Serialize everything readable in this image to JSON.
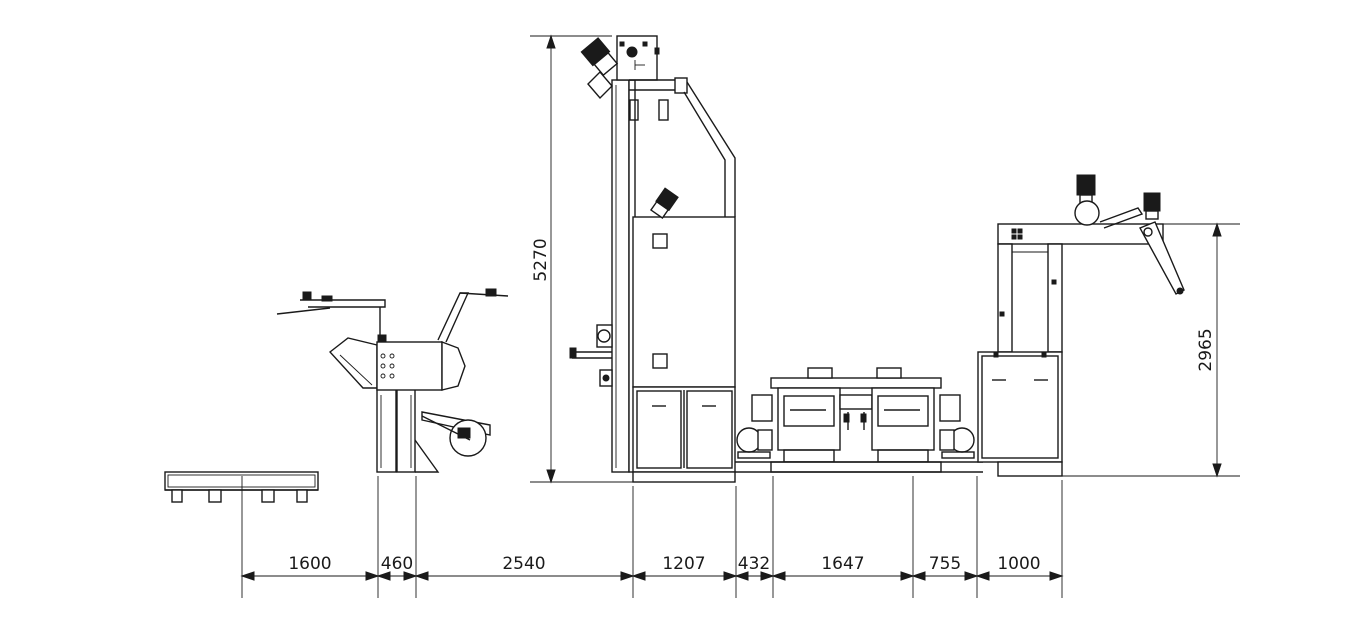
{
  "drawing": {
    "colors": {
      "line": "#1a1a1a",
      "background": "#ffffff"
    },
    "horizontal_dimensions": [
      "1600",
      "460",
      "2540",
      "1207",
      "432",
      "1647",
      "755",
      "1000"
    ],
    "vertical_dimensions": {
      "tower_height": "5270",
      "exit_unit_height": "2965"
    }
  }
}
